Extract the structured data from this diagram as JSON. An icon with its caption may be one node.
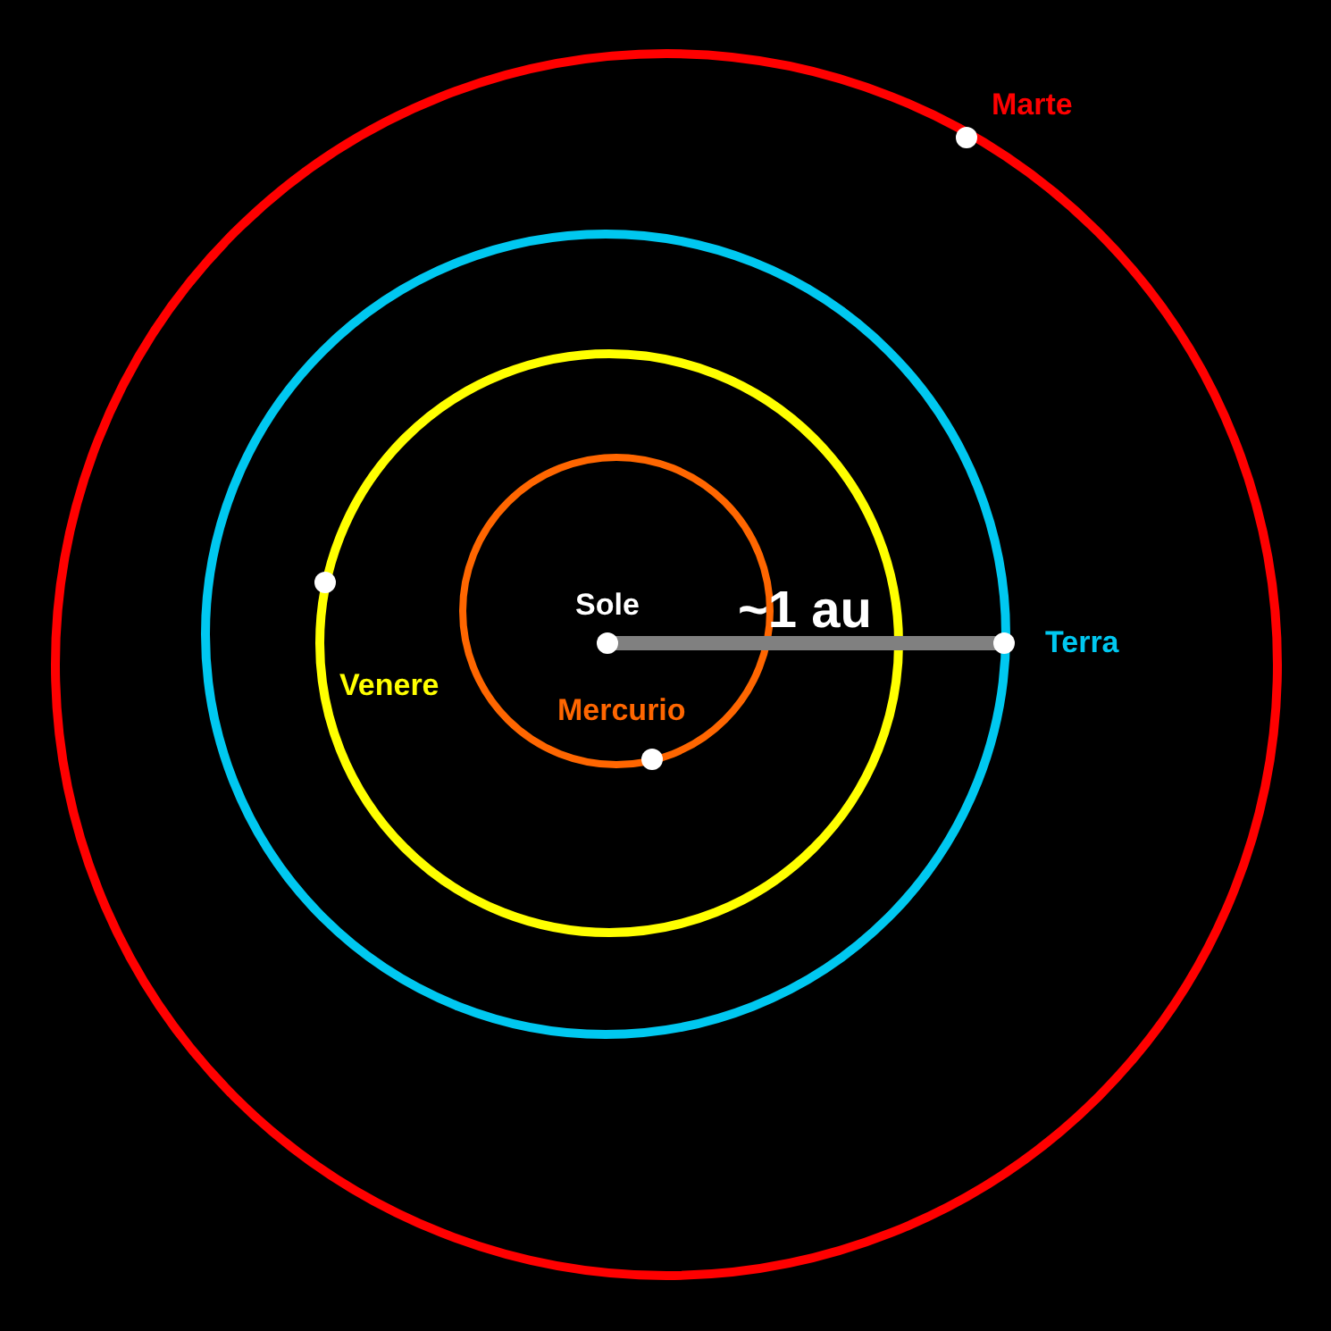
{
  "diagram": {
    "labels": [
      "Marte",
      "Sole",
      "~1 au",
      "Terra",
      "Venere",
      "Mercurio"
    ]
  }
}
